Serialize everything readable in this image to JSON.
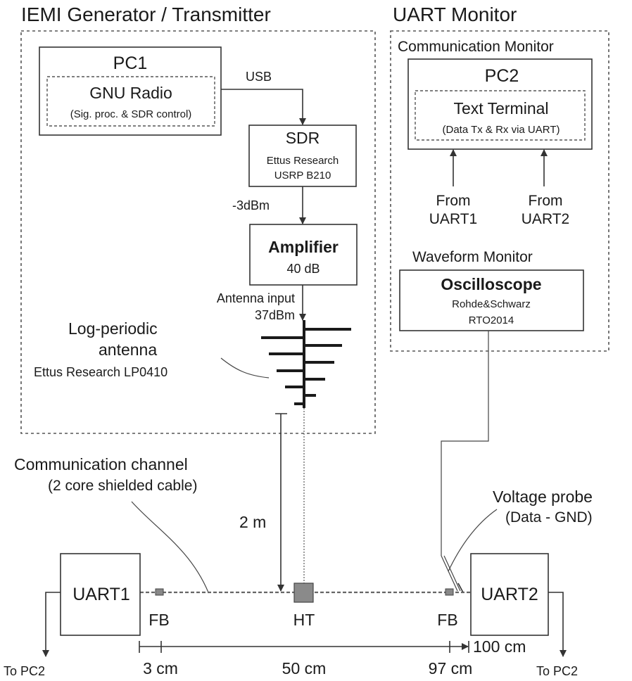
{
  "sections": {
    "generator_title": "IEMI Generator / Transmitter",
    "monitor_title": "UART Monitor",
    "comm_monitor_title": "Communication Monitor",
    "waveform_monitor_title": "Waveform Monitor"
  },
  "pc1": {
    "title": "PC1",
    "software": "GNU Radio",
    "software_note": "(Sig. proc. & SDR control)",
    "link": "USB"
  },
  "sdr": {
    "title": "SDR",
    "vendor": "Ettus Research",
    "model": "USRP B210",
    "output_power": "-3dBm"
  },
  "amplifier": {
    "title": "Amplifier",
    "gain": "40 dB",
    "antenna_input_label": "Antenna input",
    "antenna_input_power": "37dBm"
  },
  "antenna": {
    "name_line1": "Log-periodic",
    "name_line2": "antenna",
    "model": "Ettus Research LP0410"
  },
  "pc2": {
    "title": "PC2",
    "software": "Text Terminal",
    "software_note": "(Data Tx & Rx via UART)",
    "input1_line1": "From",
    "input1_line2": "UART1",
    "input2_line1": "From",
    "input2_line2": "UART2"
  },
  "oscilloscope": {
    "title": "Oscilloscope",
    "vendor": "Rohde&Schwarz",
    "model": "RTO2014"
  },
  "channel": {
    "label": "Communication channel",
    "note": "(2 core shielded cable)",
    "distance": "2 m"
  },
  "probe": {
    "label": "Voltage probe",
    "note": "(Data - GND)"
  },
  "uart1": {
    "label": "UART1",
    "dest": "To PC2"
  },
  "uart2": {
    "label": "UART2",
    "dest": "To PC2"
  },
  "markers": {
    "fb_left": "FB",
    "ht": "HT",
    "fb_right": "FB"
  },
  "scale": {
    "end_label": "100 cm",
    "ticks": [
      "3 cm",
      "50 cm",
      "97 cm"
    ]
  }
}
